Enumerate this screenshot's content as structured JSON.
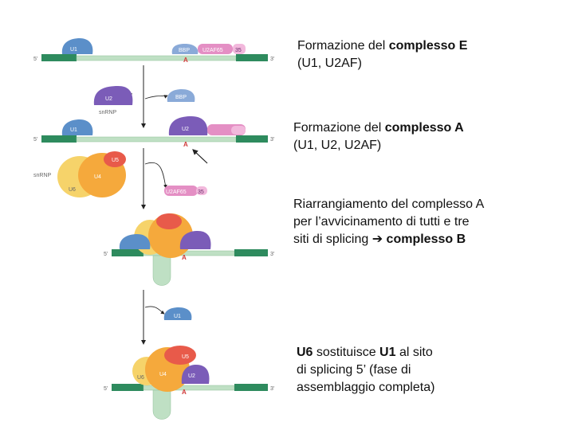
{
  "labels": {
    "five_prime": "5'",
    "three_prime": "3'",
    "u1": "U1",
    "bbp": "BBP",
    "u2af65": "U2AF65",
    "u2af35": "35",
    "u2": "U2",
    "snrnp": "snRNP",
    "u5": "U5",
    "u4": "U4",
    "u6": "U6",
    "site_a": "A"
  },
  "captions": [
    {
      "prefix": "Formazione del ",
      "bold": "complesso E",
      "suffix": "",
      "line2": "(U1, U2AF)"
    },
    {
      "prefix": "Formazione del ",
      "bold": "complesso A",
      "suffix": "",
      "line2": "(U1, U2, U2AF)"
    },
    {
      "line1": "Riarrangiamento del complesso A",
      "line2": "per l’avvicinamento di tutti e tre",
      "line3_prefix": "siti di splicing ",
      "arrow": "➔",
      "line3_bold": " complesso B"
    },
    {
      "bold1": "U6",
      "mid1": " sostituisce ",
      "bold2": "U1",
      "suffix1": " al sito",
      "line2": "di splicing 5’ (fase di",
      "line3": "assemblaggio completa)"
    }
  ],
  "colors": {
    "exon": "#2e8b5e",
    "intron": "#bfe0c4",
    "u1": "#5b8fc9",
    "u2": "#7b5cb8",
    "u2af": "#e48fc4",
    "u4": "#f5a93c",
    "u5": "#e85a4a",
    "u6": "#f6d36a",
    "bbp": "#8aaad8",
    "site": "#d03a3a"
  }
}
